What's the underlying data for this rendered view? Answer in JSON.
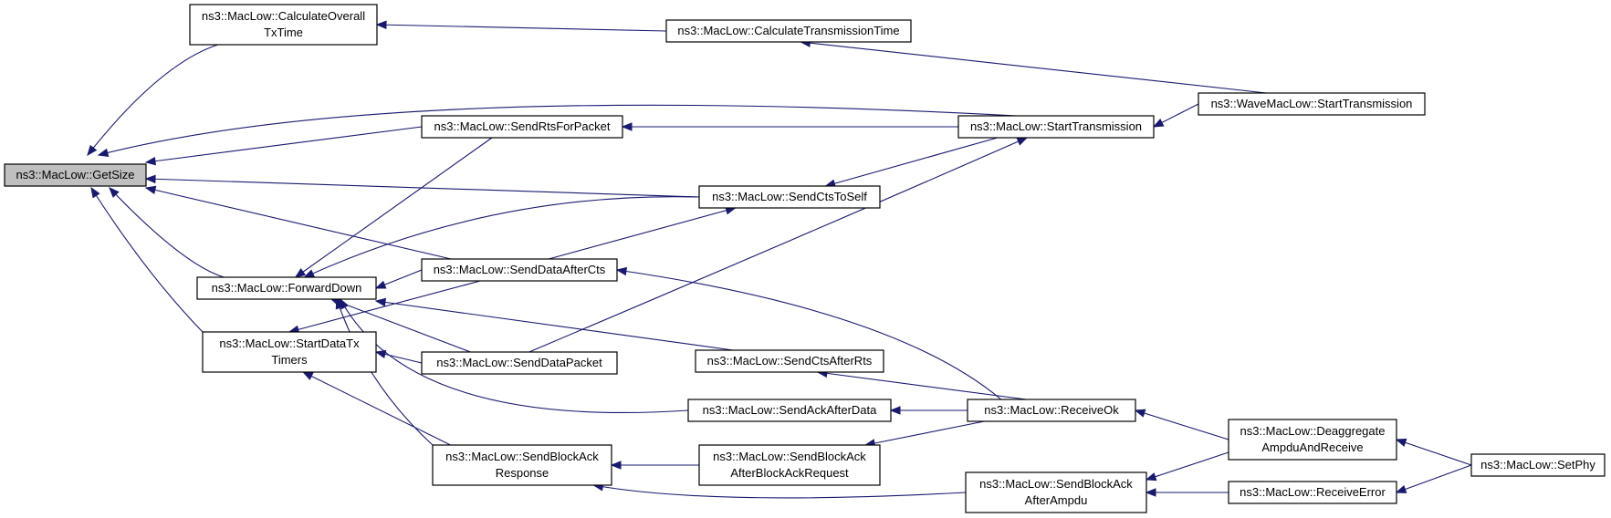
{
  "graph": {
    "colors": {
      "edge": "#191970",
      "node_border": "#000000",
      "root_fill": "#bfbfbf",
      "node_fill": "#ffffff"
    },
    "nodes": [
      {
        "id": "getsize",
        "lines": [
          "ns3::MacLow::GetSize"
        ]
      },
      {
        "id": "calcoverall",
        "lines": [
          "ns3::MacLow::CalculateOverall",
          "TxTime"
        ]
      },
      {
        "id": "calctrans",
        "lines": [
          "ns3::MacLow::CalculateTransmissionTime"
        ]
      },
      {
        "id": "wavestart",
        "lines": [
          "ns3::WaveMacLow::StartTransmission"
        ]
      },
      {
        "id": "starttrans",
        "lines": [
          "ns3::MacLow::StartTransmission"
        ]
      },
      {
        "id": "sendrts",
        "lines": [
          "ns3::MacLow::SendRtsForPacket"
        ]
      },
      {
        "id": "sendctsself",
        "lines": [
          "ns3::MacLow::SendCtsToSelf"
        ]
      },
      {
        "id": "forwarddown",
        "lines": [
          "ns3::MacLow::ForwardDown"
        ]
      },
      {
        "id": "senddataafter",
        "lines": [
          "ns3::MacLow::SendDataAfterCts"
        ]
      },
      {
        "id": "startdatatx",
        "lines": [
          "ns3::MacLow::StartDataTx",
          "Timers"
        ]
      },
      {
        "id": "senddatapacket",
        "lines": [
          "ns3::MacLow::SendDataPacket"
        ]
      },
      {
        "id": "sendctsafterrts",
        "lines": [
          "ns3::MacLow::SendCtsAfterRts"
        ]
      },
      {
        "id": "sendackafterdata",
        "lines": [
          "ns3::MacLow::SendAckAfterData"
        ]
      },
      {
        "id": "receiveok",
        "lines": [
          "ns3::MacLow::ReceiveOk"
        ]
      },
      {
        "id": "sendblockackresp",
        "lines": [
          "ns3::MacLow::SendBlockAck",
          "Response"
        ]
      },
      {
        "id": "sendblockackreq",
        "lines": [
          "ns3::MacLow::SendBlockAck",
          "AfterBlockAckRequest"
        ]
      },
      {
        "id": "deaggregate",
        "lines": [
          "ns3::MacLow::Deaggregate",
          "AmpduAndReceive"
        ]
      },
      {
        "id": "sendblockackampdu",
        "lines": [
          "ns3::MacLow::SendBlockAck",
          "AfterAmpdu"
        ]
      },
      {
        "id": "receiveerror",
        "lines": [
          "ns3::MacLow::ReceiveError"
        ]
      },
      {
        "id": "setphy",
        "lines": [
          "ns3::MacLow::SetPhy"
        ]
      }
    ],
    "edges": [
      {
        "from": "calcoverall",
        "to": "getsize"
      },
      {
        "from": "calctrans",
        "to": "calcoverall"
      },
      {
        "from": "wavestart",
        "to": "calctrans"
      },
      {
        "from": "starttrans",
        "to": "getsize"
      },
      {
        "from": "wavestart",
        "to": "starttrans"
      },
      {
        "from": "sendrts",
        "to": "getsize"
      },
      {
        "from": "starttrans",
        "to": "sendrts"
      },
      {
        "from": "sendctsself",
        "to": "getsize"
      },
      {
        "from": "starttrans",
        "to": "sendctsself"
      },
      {
        "from": "senddataafter",
        "to": "getsize"
      },
      {
        "from": "forwarddown",
        "to": "getsize"
      },
      {
        "from": "startdatatx",
        "to": "getsize"
      },
      {
        "from": "sendrts",
        "to": "forwarddown"
      },
      {
        "from": "sendctsself",
        "to": "forwarddown"
      },
      {
        "from": "senddataafter",
        "to": "sendctsself"
      },
      {
        "from": "senddataafter",
        "to": "forwarddown"
      },
      {
        "from": "senddatapacket",
        "to": "forwarddown"
      },
      {
        "from": "sendctsafterrts",
        "to": "forwarddown"
      },
      {
        "from": "sendackafterdata",
        "to": "forwarddown"
      },
      {
        "from": "sendblockackresp",
        "to": "forwarddown"
      },
      {
        "from": "senddataafter",
        "to": "startdatatx"
      },
      {
        "from": "senddatapacket",
        "to": "startdatatx"
      },
      {
        "from": "sendblockackresp",
        "to": "startdatatx"
      },
      {
        "from": "senddatapacket",
        "to": "starttrans"
      },
      {
        "from": "receiveok",
        "to": "senddataafter"
      },
      {
        "from": "receiveok",
        "to": "sendctsafterrts"
      },
      {
        "from": "receiveok",
        "to": "sendackafterdata"
      },
      {
        "from": "receiveok",
        "to": "sendblockackreq"
      },
      {
        "from": "sendblockackreq",
        "to": "sendblockackresp"
      },
      {
        "from": "sendblockackampdu",
        "to": "sendblockackresp"
      },
      {
        "from": "deaggregate",
        "to": "receiveok"
      },
      {
        "from": "deaggregate",
        "to": "sendblockackampdu"
      },
      {
        "from": "receiveerror",
        "to": "sendblockackampdu"
      },
      {
        "from": "setphy",
        "to": "deaggregate"
      },
      {
        "from": "setphy",
        "to": "receiveerror"
      }
    ]
  }
}
